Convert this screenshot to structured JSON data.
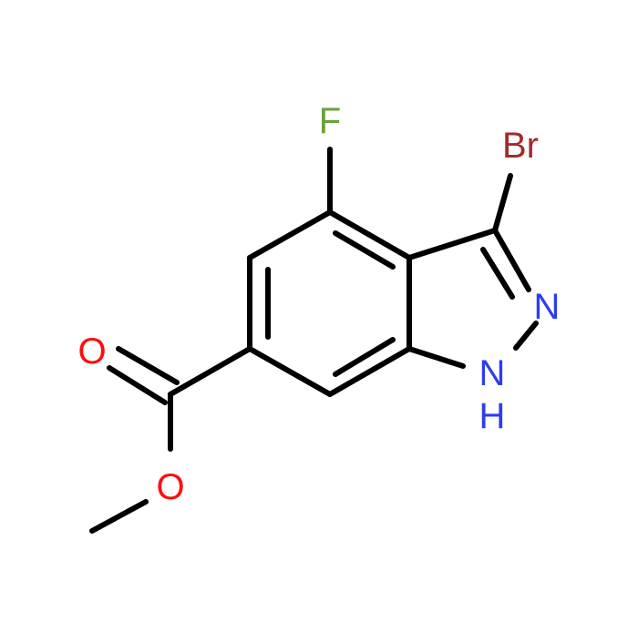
{
  "molecule": {
    "atoms": {
      "fluorine": {
        "label": "F",
        "color": "#6aa038"
      },
      "bromine": {
        "label": "Br",
        "color": "#a52a2a"
      },
      "nitrogen_2": {
        "label": "N",
        "color": "#2d3cf0"
      },
      "nitrogen_1": {
        "label": "N",
        "color": "#2d3cf0"
      },
      "nitrogen_1_h": {
        "label": "H",
        "color": "#2d3cf0"
      },
      "oxygen_carbonyl": {
        "label": "O",
        "color": "#ff0d0d"
      },
      "oxygen_ester": {
        "label": "O",
        "color": "#ff0d0d"
      }
    },
    "bond_color": "#000000"
  }
}
